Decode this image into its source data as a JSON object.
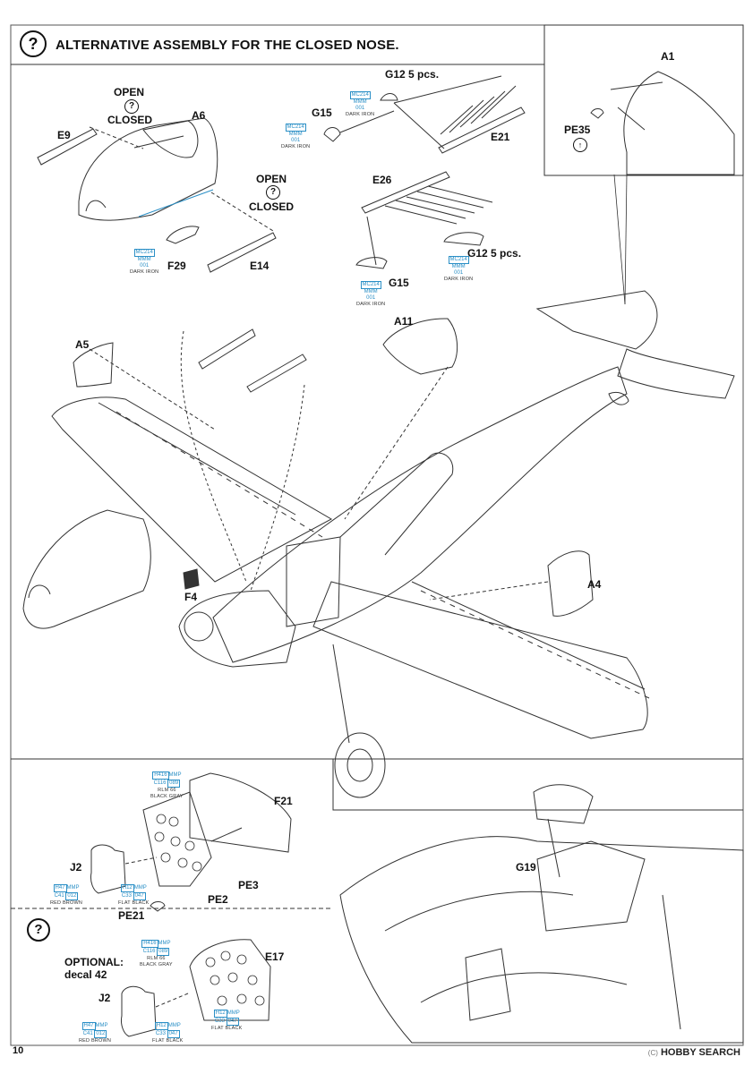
{
  "header": {
    "title": "ALTERNATIVE ASSEMBLY FOR THE CLOSED NOSE.",
    "icon_glyph": "?"
  },
  "labels": {
    "open1": "OPEN",
    "closed1": "CLOSED",
    "open2": "OPEN",
    "closed2": "CLOSED",
    "a6": "A6",
    "e9": "E9",
    "e14": "E14",
    "f29": "F29",
    "g12_top": "G12 5 pcs.",
    "g15_top": "G15",
    "e21": "E21",
    "e26": "E26",
    "g12_mid": "G12 5 pcs.",
    "g15_mid": "G15",
    "a1": "A1",
    "pe35": "PE35",
    "a5": "A5",
    "a11": "A11",
    "f4": "F4",
    "a4": "A4",
    "f21": "F21",
    "j2_top": "J2",
    "pe3": "PE3",
    "pe2": "PE2",
    "pe21": "PE21",
    "g19": "G19",
    "optional": "OPTIONAL:",
    "decal": "decal 42",
    "e17": "E17",
    "j2_bot": "J2"
  },
  "color_tags": {
    "dark_iron": {
      "code1": "MC214",
      "code2": "MMM",
      "num": "001",
      "name": "DARK IRON"
    },
    "black_gray": {
      "code1": "H416",
      "code2": "MMP",
      "code3": "C116",
      "num": "089",
      "name": "RLM 66",
      "name2": "BLACK GRAY"
    },
    "red_brown": {
      "code1": "H47",
      "code2": "MMP",
      "code3": "C41",
      "num": "012",
      "name": "RED BROWN"
    },
    "flat_black": {
      "code1": "H12",
      "code2": "MMP",
      "code3": "C33",
      "num": "047",
      "name": "FLAT BLACK"
    }
  },
  "footer": {
    "page_number": "10",
    "watermark": "HOBBY SEARCH",
    "watermark_prefix": "(C)"
  }
}
